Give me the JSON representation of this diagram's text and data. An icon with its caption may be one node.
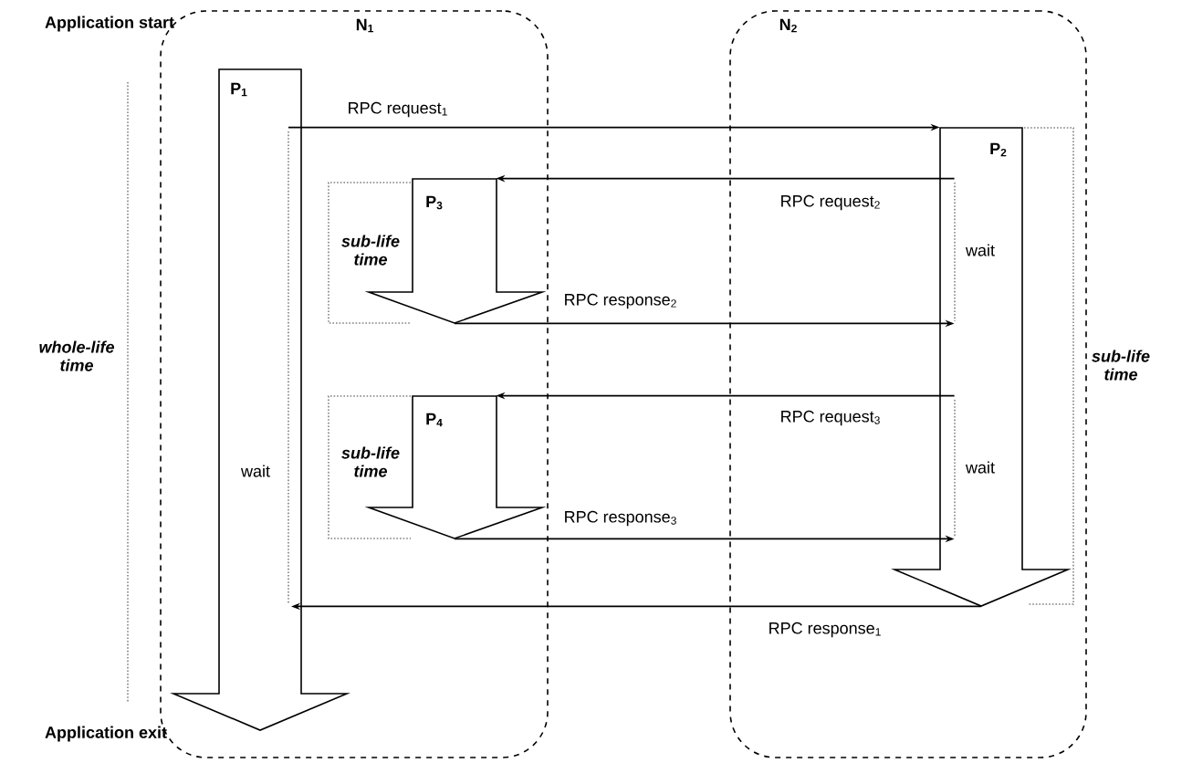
{
  "diagram": {
    "nodes": [
      {
        "text": [
          "N$_{1}$"
        ]
      },
      {
        "text": [
          "N$_{2}$"
        ]
      },
      {
        "text": [
          "P$_{1}$",
          "wait"
        ],
        "in": 0
      },
      {
        "text": [
          "P$_{2}$",
          "wait",
          "wait"
        ],
        "in": 1
      },
      {
        "text": [
          "P$_{3}$"
        ],
        "in": 0
      },
      {
        "text": [
          "P$_{4}$"
        ],
        "in": 0
      }
    ],
    "edges": [
      {
        "from": 2,
        "to": 3,
        "arrow": "to",
        "label": "RPC request$_{1}$"
      },
      {
        "from": 3,
        "to": 4,
        "arrow": "to",
        "label": "RPC request$_{2}$"
      },
      {
        "from": 4,
        "to": 3,
        "arrow": "to",
        "label": "RPC response$_{2}$"
      },
      {
        "from": 3,
        "to": 5,
        "arrow": "to",
        "label": "RPC request$_{3}$"
      },
      {
        "from": 5,
        "to": 3,
        "arrow": "to",
        "label": "RPC response$_{3}$"
      },
      {
        "from": 3,
        "to": 2,
        "arrow": "to",
        "label": "RPC response$_{1}$"
      }
    ],
    "labels": [
      "Application start",
      "sub-life time",
      "whole-life time",
      "sub-life time",
      "sub-life time",
      "Application exit"
    ]
  }
}
